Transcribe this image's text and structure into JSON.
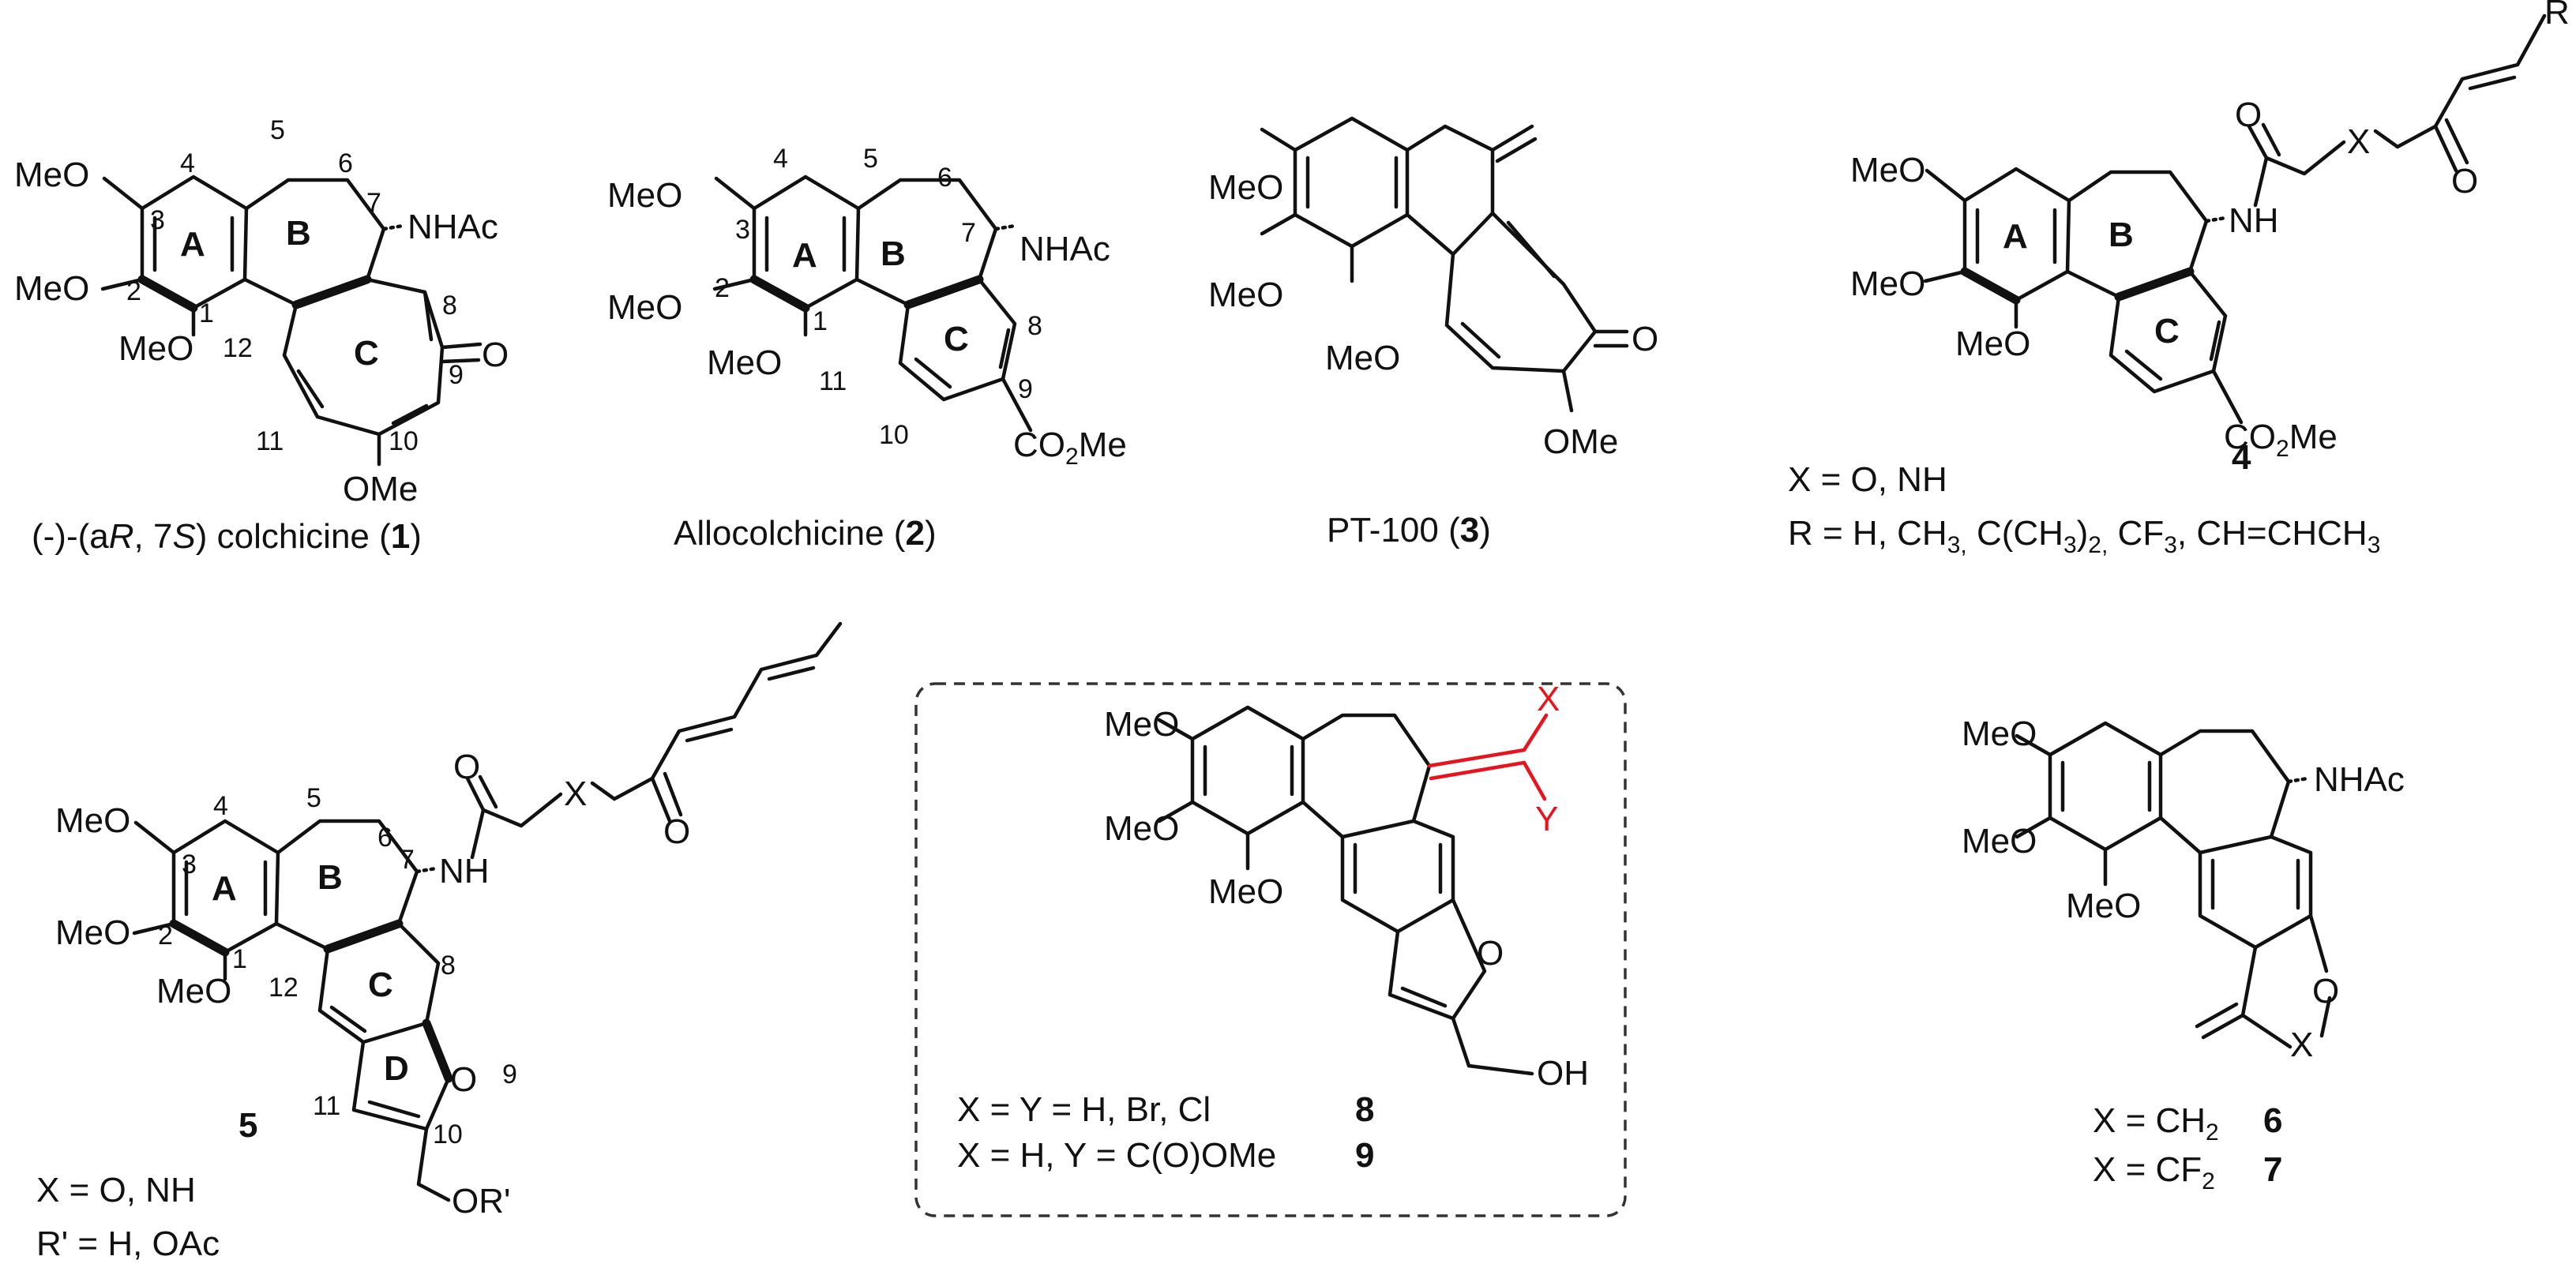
{
  "labels": {
    "atoms": {
      "meo": "MeO",
      "ome": "OMe",
      "nhac": "NHAc",
      "nh": "NH",
      "o": "O",
      "x": "X",
      "y": "Y",
      "r": "R",
      "co2me_a": "CO",
      "co2me_sub": "2",
      "co2me_b": "Me",
      "oh": "OH",
      "or": "OR'"
    },
    "rings": {
      "a": "A",
      "b": "B",
      "c": "C",
      "d": "D"
    },
    "positions": [
      "1",
      "2",
      "3",
      "4",
      "5",
      "6",
      "7",
      "8",
      "9",
      "10",
      "11",
      "12"
    ]
  },
  "captions": {
    "c1_pre": "(-)-(a",
    "c1_r": "R",
    "c1_mid": ", 7",
    "c1_s": "S",
    "c1_post": ") colchicine (",
    "c1_num": "1",
    "c1_end": ")",
    "c2_pre": "Allocolchicine (",
    "c2_num": "2",
    "c2_end": ")",
    "c3_pre": "PT-100 (",
    "c3_num": "3",
    "c3_end": ")",
    "c4_num": "4",
    "c4_x": "X = O, NH",
    "c4_r_pre": "R = H, CH",
    "c4_r_s1": "3,",
    "c4_r_mid": " C(CH",
    "c4_r_s2": "3",
    "c4_r_mid2": ")",
    "c4_r_s3": "2,",
    "c4_r_mid3": " CF",
    "c4_r_s4": "3",
    "c4_r_end": ", CH=CHCH",
    "c4_r_s5": "3",
    "c5_num": "5",
    "c5_x": "X = O, NH",
    "c5_r": "R' = H, OAc",
    "c8_text": "X = Y = H, Br, Cl",
    "c8_num": "8",
    "c9_text": "X = H, Y = C(O)OMe",
    "c9_num": "9",
    "c6_pre": "X = CH",
    "c6_sub": "2",
    "c6_num": "6",
    "c7_pre": "X = CF",
    "c7_sub": "2",
    "c7_num": "7"
  },
  "colors": {
    "ink": "#111111",
    "highlight": "#e8141d",
    "box": "#333333"
  }
}
